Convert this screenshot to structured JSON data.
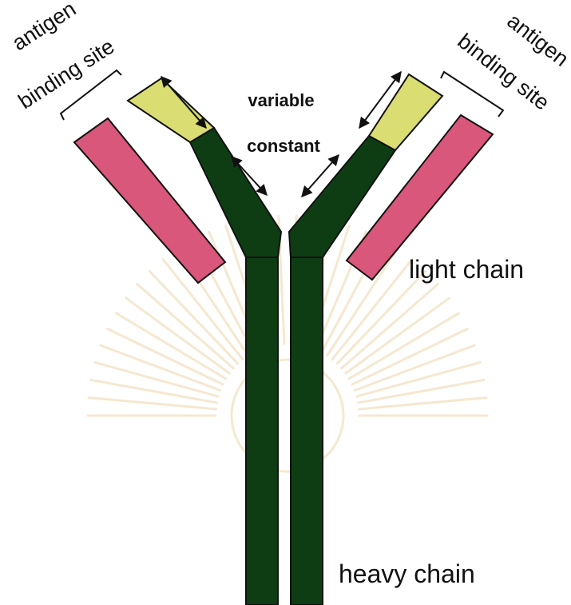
{
  "labels": {
    "antigen_left": "antigen",
    "binding_site_left": "binding site",
    "antigen_right": "antigen",
    "binding_site_right": "binding site",
    "variable": "variable",
    "constant": "constant",
    "light_chain": "light chain",
    "heavy_chain": "heavy chain"
  },
  "colors": {
    "heavy_chain": "#0e3d14",
    "light_chain": "#d9577a",
    "variable_region": "#d9dd72",
    "outline": "#111111",
    "watermark": "#f4e6cc"
  }
}
